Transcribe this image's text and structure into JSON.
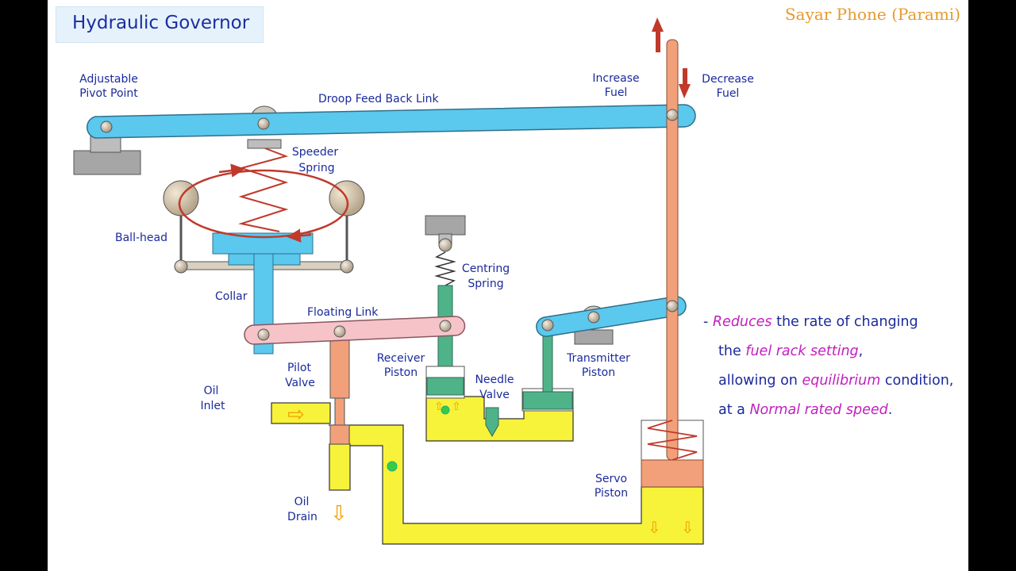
{
  "title": "Hydraulic Governor",
  "credit": "Sayar Phone (Parami)",
  "labels": {
    "adjustable_pivot": [
      "Adjustable",
      "Pivot Point"
    ],
    "droop_link": "Droop Feed Back Link",
    "increase_fuel": [
      "Increase",
      "Fuel"
    ],
    "decrease_fuel": [
      "Decrease",
      "Fuel"
    ],
    "speeder_spring": [
      "Speeder",
      "Spring"
    ],
    "ball_head": "Ball-head",
    "collar": "Collar",
    "centring_spring": [
      "Centring",
      "Spring"
    ],
    "floating_link": "Floating Link",
    "receiver_piston": [
      "Receiver",
      "Piston"
    ],
    "pilot_valve": [
      "Pilot",
      "Valve"
    ],
    "needle_valve": [
      "Needle",
      "Valve"
    ],
    "transmitter_piston": [
      "Transmitter",
      "Piston"
    ],
    "oil_inlet": [
      "Oil",
      "Inlet"
    ],
    "oil_drain": [
      "Oil",
      "Drain"
    ],
    "servo_piston": [
      "Servo",
      "Piston"
    ]
  },
  "note": {
    "line1": {
      "prefix": "- ",
      "highlight": "Reduces",
      "rest": " the rate of changing"
    },
    "line2": {
      "prefix": "the ",
      "highlight": "fuel rack setting",
      "rest": ","
    },
    "line3": {
      "prefix": "allowing on ",
      "highlight": "equilibrium",
      "rest": " condition,"
    },
    "line4": {
      "prefix": "at a ",
      "highlight": "Normal rated speed",
      "rest": "."
    }
  },
  "colors": {
    "link_blue": "#5bc8ee",
    "oil_yellow": "#f7f23a",
    "servo_orange": "#f1a07a",
    "spring_red": "#c0392b",
    "receiver_green": "#4fb38a",
    "label_blue": "#1a2a9c",
    "highlight_magenta": "#c21fbf",
    "credit_orange": "#e69a2c"
  }
}
